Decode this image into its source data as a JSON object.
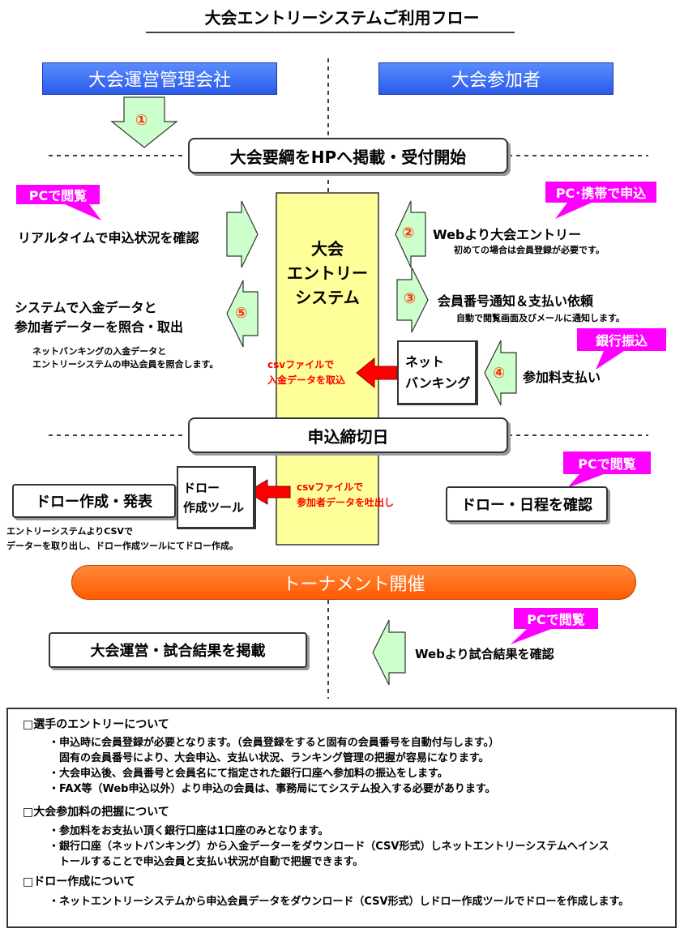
{
  "title": "大会エントリーシステムご利用フロー",
  "actors": {
    "organizer": "大会運営管理会社",
    "participant": "大会参加者"
  },
  "steps": {
    "publish": "大会要綱をHPへ掲載・受付開始",
    "deadline": "申込締切日",
    "tournament": "トーナメント開催",
    "system_lines": [
      "大会",
      "エントリー",
      "システム"
    ]
  },
  "numbers": [
    "①",
    "②",
    "③",
    "④",
    "⑤"
  ],
  "callouts": {
    "pc_view": "PCで閲覧",
    "pc_mobile_apply": "PC･携帯で申込",
    "bank_transfer": "銀行振込"
  },
  "left": {
    "realtime": "リアルタイムで申込状況を確認",
    "match_lines": [
      "システムで入金データと",
      "参加者データーを照合・取出"
    ],
    "match_note_lines": [
      "ネットバンキングの入金データと",
      "エントリーシステムの申込会員を照合します。"
    ],
    "draw_publish": "ドロー作成・発表",
    "draw_note_lines": [
      "エントリーシステムよりCSVで",
      "データーを取り出し、ドロー作成ツールにてドロー作成。"
    ],
    "results_publish": "大会運営・試合結果を掲載"
  },
  "right": {
    "web_entry": "Webより大会エントリー",
    "web_entry_note": "初めての場合は会員登録が必要です。",
    "notify": "会員番号通知＆支払い依頼",
    "notify_note": "自動で閲覧画面及びメールに通知します。",
    "pay": "参加料支払い",
    "check_draw": "ドロー・日程を確認",
    "check_results": "Webより試合結果を確認"
  },
  "net_banking_lines": [
    "ネット",
    "バンキング"
  ],
  "csv_import_lines": [
    "csvファイルで",
    "入金データを取込"
  ],
  "draw_tool_lines": [
    "ドロー",
    "作成ツール"
  ],
  "csv_export_lines": [
    "csvファイルで",
    "参加者データを吐出し"
  ],
  "notes": [
    {
      "heading": "□選手のエントリーについて",
      "lines": [
        "・申込時に会員登録が必要となります。（会員登録をすると固有の会員番号を自動付与します。）",
        "　固有の会員番号により、大会申込、支払い状況、ランキング管理の把握が容易になります。",
        "・大会申込後、会員番号と会員名にて指定された銀行口座へ参加料の振込をします。",
        "・FAX等（Web申込以外）より申込の会員は、事務局にてシステム投入する必要があります。"
      ]
    },
    {
      "heading": "□大会参加料の把握について",
      "lines": [
        "・参加料をお支払い頂く銀行口座は1口座のみとなります。",
        "・銀行口座（ネットバンキング）から入金データーをダウンロード（CSV形式）しネットエントリーシステムへインス",
        "　トールすることで申込会員と支払い状況が自動で把握できます。"
      ]
    },
    {
      "heading": "□ドロー作成について",
      "lines": [
        "・ネットエントリーシステムから申込会員データをダウンロード（CSV形式）しドロー作成ツールでドローを作成します。"
      ]
    }
  ]
}
